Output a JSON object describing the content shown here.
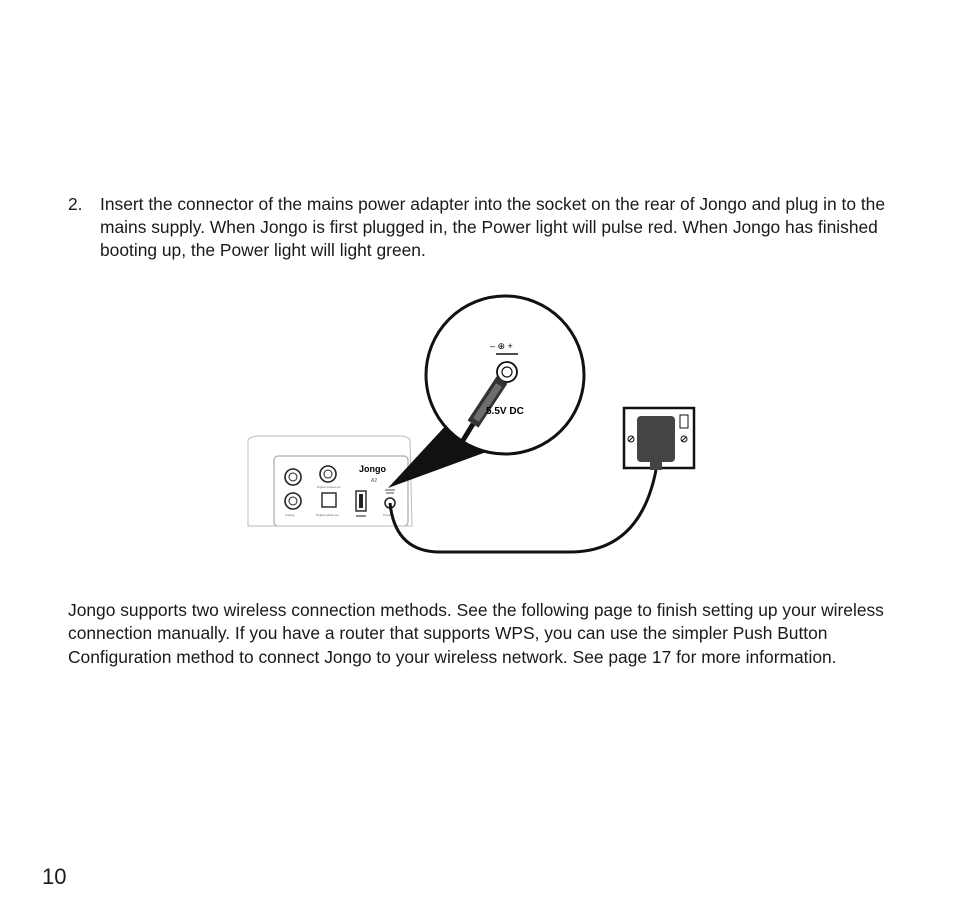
{
  "step": {
    "number": "2.",
    "text": "Insert the connector of the mains power adapter into the socket on the rear of Jongo and plug in to the mains supply. When Jongo is first plugged in, the Power light will pulse red. When Jongo has finished booting up, the Power light will light green."
  },
  "figure": {
    "device_brand": "Jongo",
    "device_model": "A2",
    "port_labels": {
      "digital_coaxial_out": "Digital coaxial out",
      "analog": "Analog",
      "digital_optical_out": "Digital optical out",
      "power": "Power"
    },
    "zoom_polarity": "– ⊕ +",
    "zoom_voltage": "5.5V DC",
    "icons": [
      "power-jack-icon",
      "usb-icon",
      "mains-socket-icon",
      "power-adapter-icon"
    ]
  },
  "paragraph": "Jongo supports two wireless connection methods. See the following page to finish setting up your wireless connection manually. If you have a router that supports WPS, you can use the simpler Push Button Configuration method to connect Jongo to your wireless network. See page 17 for more information.",
  "page_number": "10"
}
